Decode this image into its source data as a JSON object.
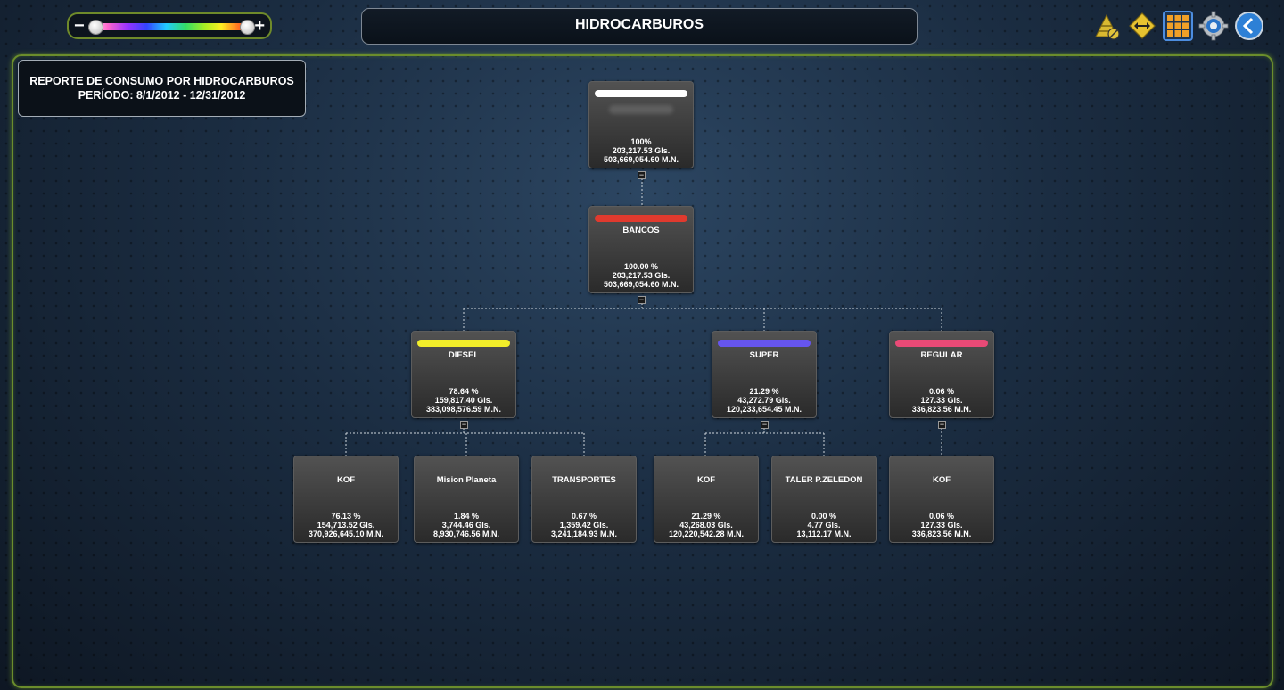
{
  "header": {
    "title": "HIDROCARBUROS",
    "slider_minus": "−",
    "slider_plus": "+"
  },
  "toolbar": {
    "icons": [
      "pyramid-icon",
      "resize-arrows-icon",
      "grid-icon",
      "gear-icon",
      "back-arrow-icon"
    ]
  },
  "report": {
    "line1": "REPORTE DE CONSUMO POR HIDROCARBUROS",
    "line2": "PERÍODO: 8/1/2012 - 12/31/2012"
  },
  "tree": {
    "toggle_symbol": "−",
    "root": {
      "name": "",
      "color": "#ffffff",
      "percent": "100%",
      "gls": "203,217.53 Gls.",
      "mn": "503,669,054.60 M.N."
    },
    "bancos": {
      "name": "BANCOS",
      "color": "#e03a2e",
      "percent": "100.00 %",
      "gls": "203,217.53 Gls.",
      "mn": "503,669,054.60 M.N."
    },
    "diesel": {
      "name": "DIESEL",
      "color": "#f2ee2a",
      "percent": "78.64 %",
      "gls": "159,817.40 Gls.",
      "mn": "383,098,576.59 M.N."
    },
    "super": {
      "name": "SUPER",
      "color": "#6655ee",
      "percent": "21.29 %",
      "gls": "43,272.79 Gls.",
      "mn": "120,233,654.45 M.N."
    },
    "regular": {
      "name": "REGULAR",
      "color": "#e94a76",
      "percent": "0.06 %",
      "gls": "127.33 Gls.",
      "mn": "336,823.56 M.N."
    },
    "diesel_kof": {
      "name": "KOF",
      "percent": "76.13 %",
      "gls": "154,713.52 Gls.",
      "mn": "370,926,645.10 M.N."
    },
    "diesel_mision": {
      "name": "Mision Planeta",
      "percent": "1.84 %",
      "gls": "3,744.46 Gls.",
      "mn": "8,930,746.56 M.N."
    },
    "diesel_transportes": {
      "name": "TRANSPORTES",
      "percent": "0.67 %",
      "gls": "1,359.42 Gls.",
      "mn": "3,241,184.93 M.N."
    },
    "super_kof": {
      "name": "KOF",
      "percent": "21.29 %",
      "gls": "43,268.03 Gls.",
      "mn": "120,220,542.28 M.N."
    },
    "super_taller": {
      "name": "TALER P.ZELEDON",
      "percent": "0.00 %",
      "gls": "4.77 Gls.",
      "mn": "13,112.17 M.N."
    },
    "regular_kof": {
      "name": "KOF",
      "percent": "0.06 %",
      "gls": "127.33 Gls.",
      "mn": "336,823.56 M.N."
    }
  }
}
